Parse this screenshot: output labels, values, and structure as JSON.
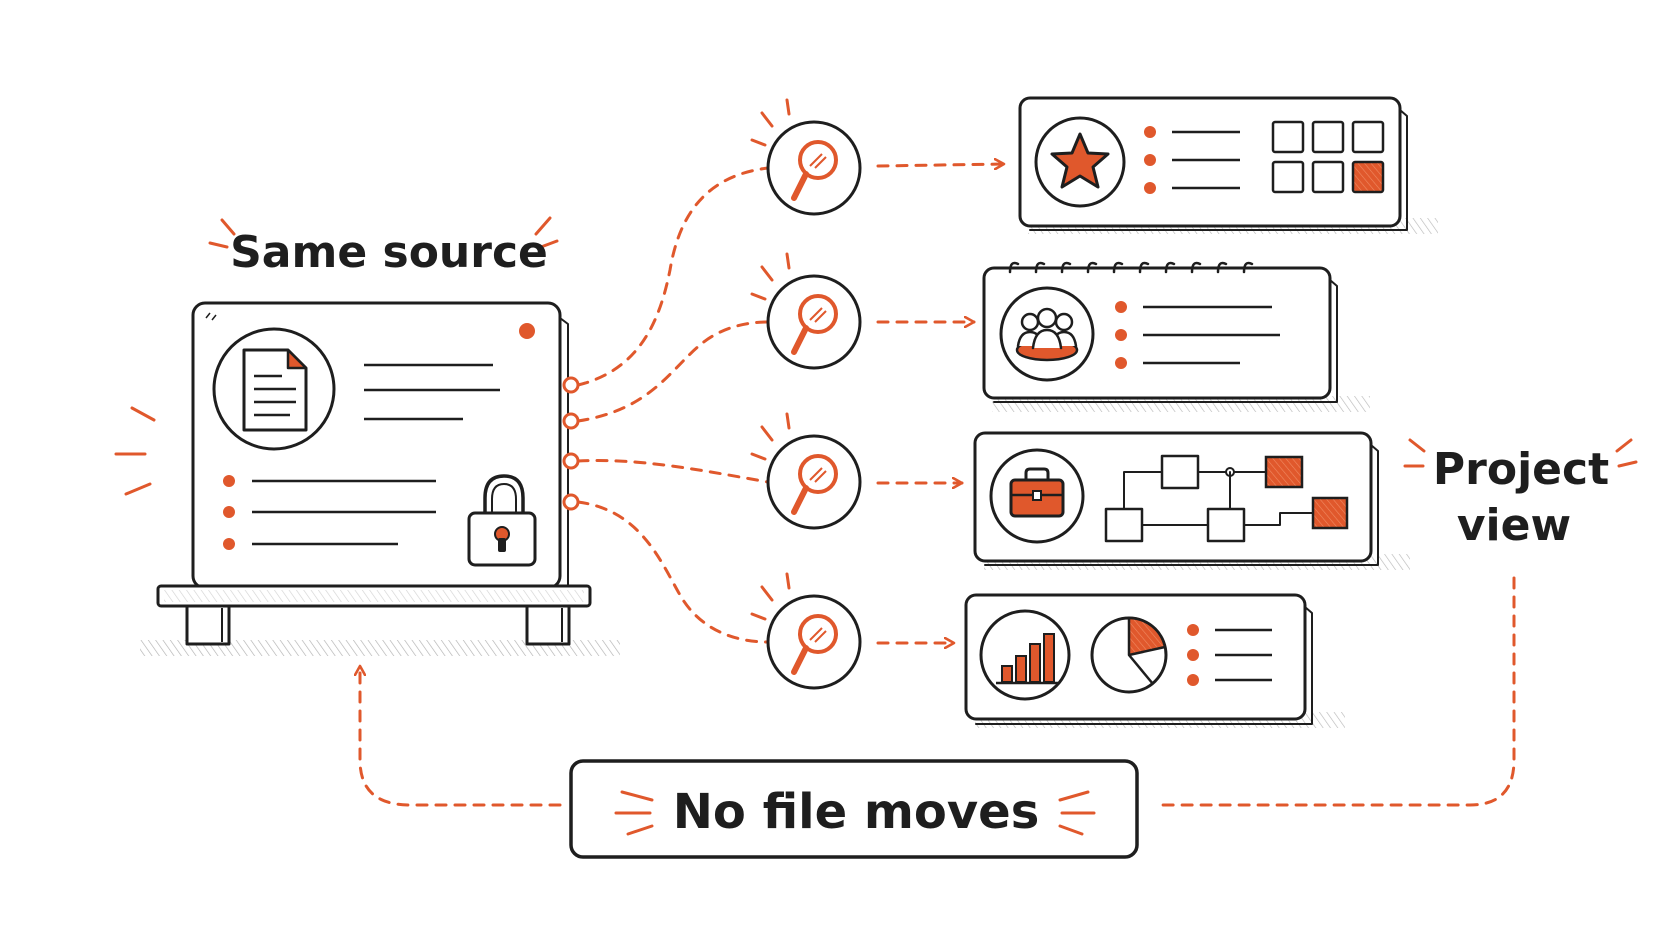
{
  "labels": {
    "same_source": "Same source",
    "project_view_line1": "Project",
    "project_view_line2": "view",
    "no_file_moves": "No file moves"
  },
  "colors": {
    "accent": "#e0582c",
    "ink": "#1e1e1e",
    "background": "#ffffff"
  },
  "icons": {
    "source_card": [
      "document-icon",
      "lock-icon"
    ],
    "filters": [
      "magnifier-icon",
      "magnifier-icon",
      "magnifier-icon",
      "magnifier-icon"
    ],
    "view_cards": [
      "star-icon",
      "team-icon",
      "briefcase-icon",
      "bar-chart-icon"
    ]
  }
}
